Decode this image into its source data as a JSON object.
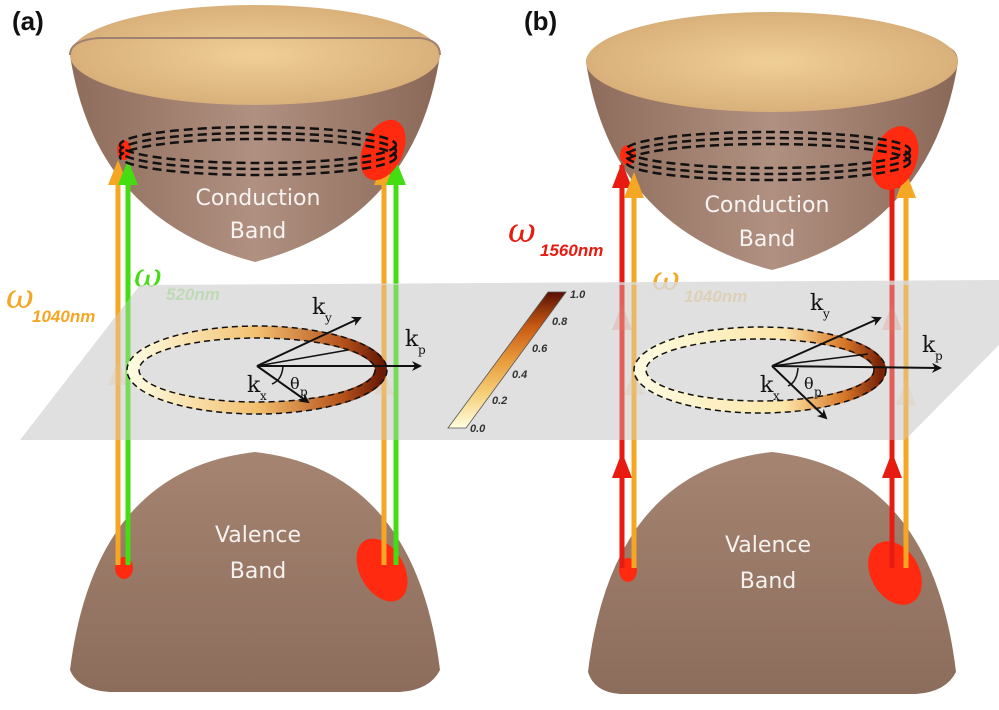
{
  "panels": [
    {
      "label": "(a)",
      "conduction_label": [
        "Conduction",
        "Band"
      ],
      "valence_label": [
        "Valence",
        "Band"
      ],
      "omega_left": {
        "symbol": "ω",
        "sub": "1040nm",
        "color": "#f5a623"
      },
      "omega_right": {
        "symbol": "ω",
        "sub": "520nm",
        "color": "#44dd11"
      },
      "k_labels": {
        "y": "k",
        "y_sub": "y",
        "p": "k",
        "p_sub": "p",
        "x": "k",
        "x_sub": "x",
        "theta": "θ",
        "theta_sub": "p"
      }
    },
    {
      "label": "(b)",
      "conduction_label": [
        "Conduction",
        "Band"
      ],
      "valence_label": [
        "Valence",
        "Band"
      ],
      "omega_left": {
        "symbol": "ω",
        "sub": "1560nm",
        "color": "#e81b10"
      },
      "omega_right": {
        "symbol": "ω",
        "sub": "1040nm",
        "color": "#f5a623"
      },
      "k_labels": {
        "y": "k",
        "y_sub": "y",
        "p": "k",
        "p_sub": "p",
        "x": "k",
        "x_sub": "x",
        "theta": "θ",
        "theta_sub": "p"
      }
    }
  ],
  "colorbar": {
    "ticks": [
      "1.0",
      "0.8",
      "0.6",
      "0.4",
      "0.2",
      "0.0"
    ],
    "colors": [
      "#fffde0",
      "#f5d07a",
      "#e89a3a",
      "#c85a14",
      "#8a2a08",
      "#5a1004"
    ]
  },
  "colors": {
    "band": "#a68270",
    "band_inner": "#e8c48a",
    "plane": "#dedede",
    "hotspot": "#ff2a10"
  }
}
